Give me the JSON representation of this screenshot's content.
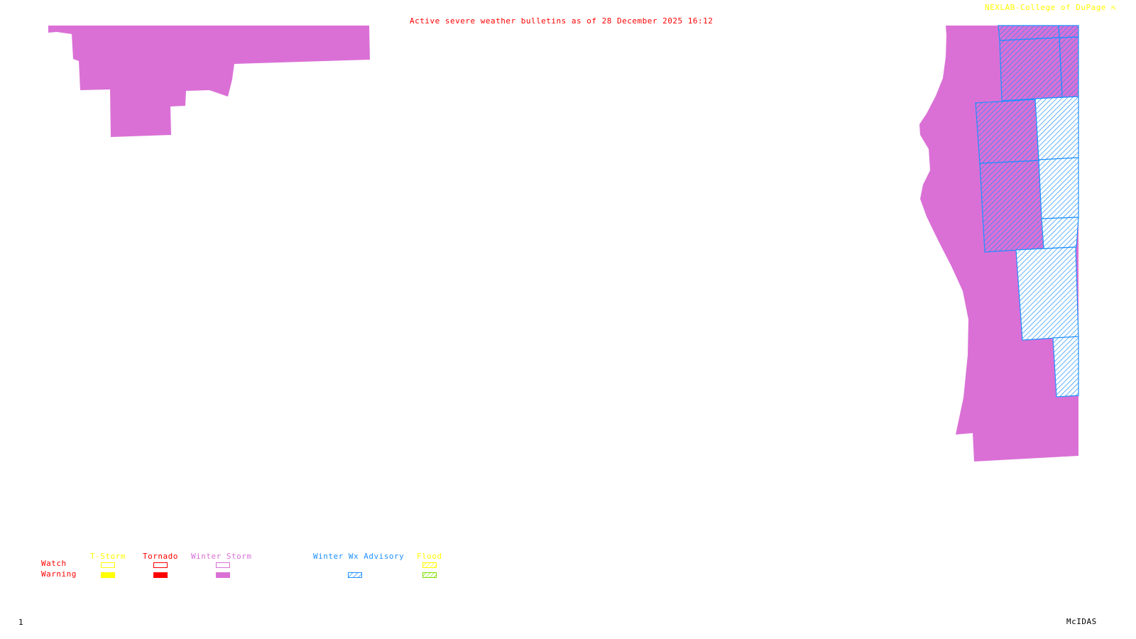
{
  "header": {
    "title": "Active severe weather bulletins as of 28 December 2025 16:12",
    "credit": "NEXLAB-College of DuPage",
    "credit_icon": "arrow-cursor-icon"
  },
  "footer": {
    "frame_number": "1",
    "software": "McIDAS"
  },
  "colors": {
    "title": "#ff0000",
    "credit": "#ffff00",
    "winter_storm": "#da70d6",
    "winter_wx_advisory": "#1e90ff",
    "tstorm": "#ffff00",
    "tornado": "#ff0000",
    "flood_watch": "#ffff00",
    "flood_warning": "#7fdf00"
  },
  "legend": {
    "row_labels": {
      "watch": "Watch",
      "warning": "Warning"
    },
    "categories": [
      {
        "label": "T-Storm",
        "color": "#ffff00",
        "watch": "outline",
        "warning": "filled"
      },
      {
        "label": "Tornado",
        "color": "#ff0000",
        "watch": "outline",
        "warning": "filled"
      },
      {
        "label": "Winter Storm",
        "color": "#da70d6",
        "watch": "outline",
        "warning": "filled"
      },
      {
        "label": "Winter Wx Advisory",
        "color": "#1e90ff",
        "watch": "none",
        "warning": "hatched"
      },
      {
        "label": "Flood",
        "color": "#ffff00",
        "watch": "hatched",
        "warning": "hatched-green"
      }
    ]
  },
  "map": {
    "regions": [
      {
        "type": "Winter Storm Warning",
        "area": "northwest"
      },
      {
        "type": "Winter Storm Warning",
        "area": "east"
      },
      {
        "type": "Winter Storm Warning + Winter Wx Advisory",
        "area": "east-overlap"
      },
      {
        "type": "Winter Wx Advisory",
        "area": "east"
      }
    ]
  }
}
